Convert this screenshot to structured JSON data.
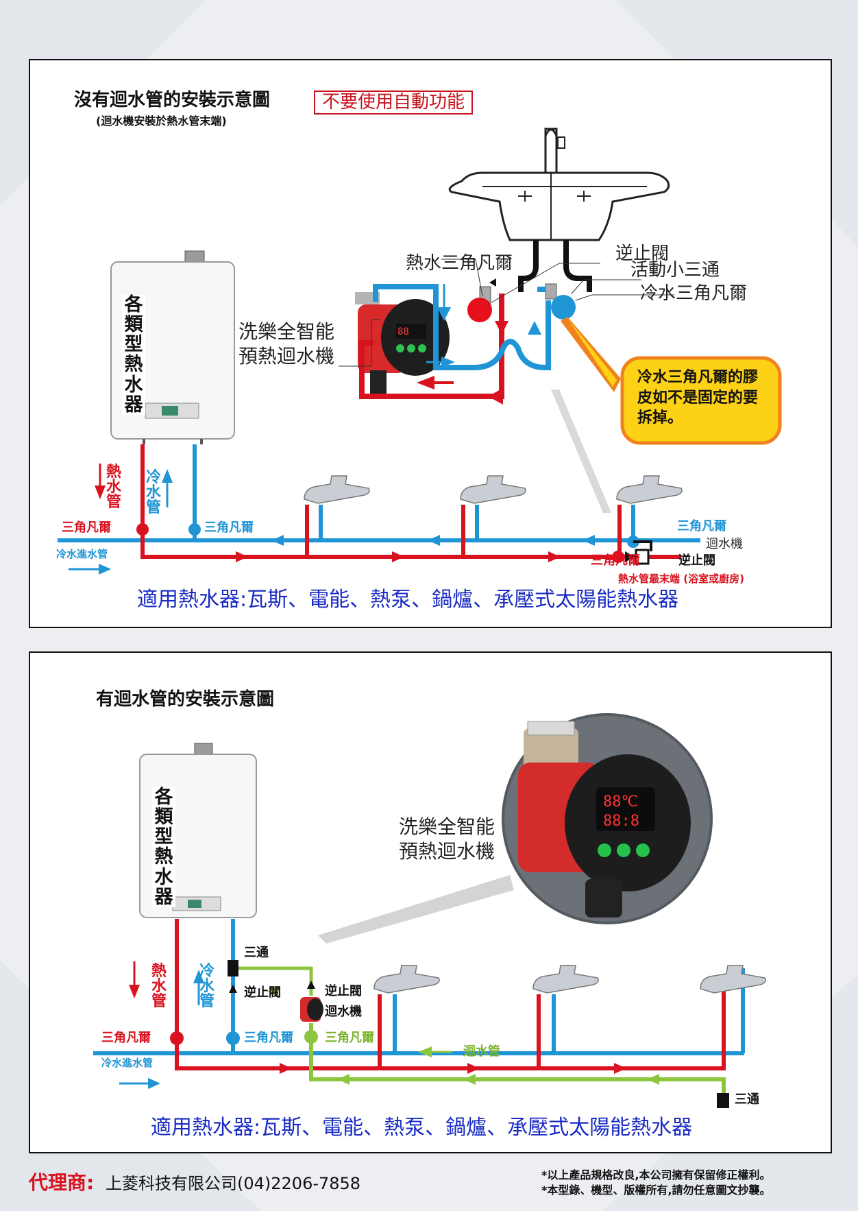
{
  "top": {
    "title": "沒有迴水管的安裝示意圖",
    "subtitle": "(迴水機安裝於熱水管末端)",
    "warning": "不要使用自動功能",
    "heater_name": "各類型熱水器",
    "pump_name_1": "洗樂全智能",
    "pump_name_2": "預熱迴水機",
    "hot_valve": "熱水三角凡爾",
    "check_valve": "逆止閥",
    "small_tee": "活動小三通",
    "cold_valve": "冷水三角凡爾",
    "callout": "冷水三角凡爾的膠皮如不是固定的要拆掉。",
    "hot_pipe": "熱水管",
    "cold_pipe": "冷水管",
    "angle_valve_hot": "三角凡爾",
    "angle_valve_cold": "三角凡爾",
    "cold_inlet": "冷水進水管",
    "end_angle_valve_cold": "三角凡爾",
    "end_pump": "迴水機",
    "end_angle_valve_hot": "三角凡爾",
    "end_check_valve": "逆止閥",
    "end_note": "熱水管最末端 (浴室或廚房)",
    "applies": "適用熱水器:瓦斯、電能、熱泵、鍋爐、承壓式太陽能熱水器"
  },
  "bottom": {
    "title": "有迴水管的安裝示意圖",
    "heater_name": "各類型熱水器",
    "pump_name_1": "洗樂全智能",
    "pump_name_2": "預熱迴水機",
    "tee_top": "三通",
    "check_valve_left": "逆止閥",
    "check_valve_right": "逆止閥",
    "pump": "迴水機",
    "hot_pipe": "熱水管",
    "cold_pipe": "冷水管",
    "angle_valve_hot": "三角凡爾",
    "angle_valve_cold": "三角凡爾",
    "angle_valve_green": "三角凡爾",
    "cold_inlet": "冷水進水管",
    "return_pipe": "迴水管",
    "tee_end": "三通",
    "applies": "適用熱水器:瓦斯、電能、熱泵、鍋爐、承壓式太陽能熱水器"
  },
  "footer": {
    "agent_label": "代理商:",
    "company": "上菱科技有限公司(04)2206-7858",
    "note_1": "*以上產品規格改良,本公司擁有保留修正權利。",
    "note_2": "*本型錄、機型、版權所有,請勿任意圖文抄襲。"
  },
  "colors": {
    "hot": "#d9121f",
    "cold": "#1f95d6",
    "return": "#8cc63f",
    "callout_fill": "#fcd116",
    "callout_border": "#f0821e"
  }
}
